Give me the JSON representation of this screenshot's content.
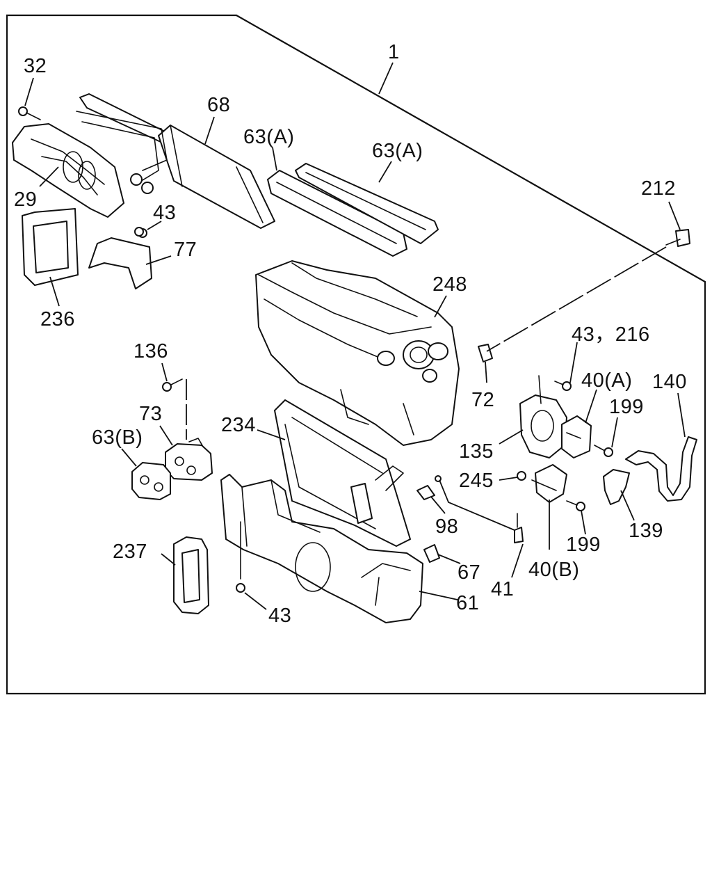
{
  "diagram": {
    "labels": {
      "l1": "1",
      "l32": "32",
      "l68": "68",
      "l63a_1": "63(A)",
      "l63a_2": "63(A)",
      "l29": "29",
      "l43_top": "43",
      "l77": "77",
      "l212": "212",
      "l236": "236",
      "l248": "248",
      "l43_216": "43，216",
      "l136": "136",
      "l72": "72",
      "l40a": "40(A)",
      "l140": "140",
      "l73": "73",
      "l199_a": "199",
      "l234": "234",
      "l63b": "63(B)",
      "l135": "135",
      "l245": "245",
      "l98": "98",
      "l139": "139",
      "l199_b": "199",
      "l237": "237",
      "l67": "67",
      "l40b": "40(B)",
      "l41": "41",
      "l61": "61",
      "l43_bottom": "43"
    }
  }
}
